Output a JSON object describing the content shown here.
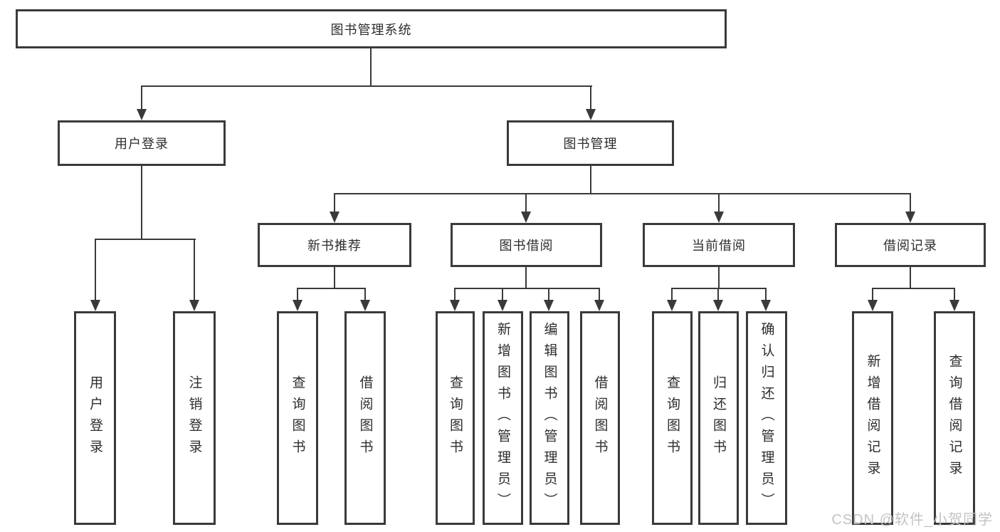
{
  "diagram": {
    "root": {
      "label": "图书管理系统"
    },
    "level2": [
      {
        "label": "用户登录"
      },
      {
        "label": "图书管理"
      }
    ],
    "level3": [
      {
        "label": "新书推荐"
      },
      {
        "label": "图书借阅"
      },
      {
        "label": "当前借阅"
      },
      {
        "label": "借阅记录"
      }
    ],
    "leaves": {
      "user_login": [
        {
          "label": "用户登录"
        },
        {
          "label": "注销登录"
        }
      ],
      "new_books": [
        {
          "label": "查询图书"
        },
        {
          "label": "借阅图书"
        }
      ],
      "book_borrow": [
        {
          "label": "查询图书"
        },
        {
          "label": "新增图书（管理员）"
        },
        {
          "label": "编辑图书（管理员）"
        },
        {
          "label": "借阅图书"
        }
      ],
      "current_borrow": [
        {
          "label": "查询图书"
        },
        {
          "label": "归还图书"
        },
        {
          "label": "确认归还（管理员）"
        }
      ],
      "borrow_records": [
        {
          "label": "新增借阅记录"
        },
        {
          "label": "查询借阅记录"
        }
      ]
    }
  },
  "watermark": "CSDN @软件_小贺同学",
  "colors": {
    "line": "#3a3a3a",
    "text": "#2d2d2d",
    "watermark": "#c3c3c3"
  }
}
